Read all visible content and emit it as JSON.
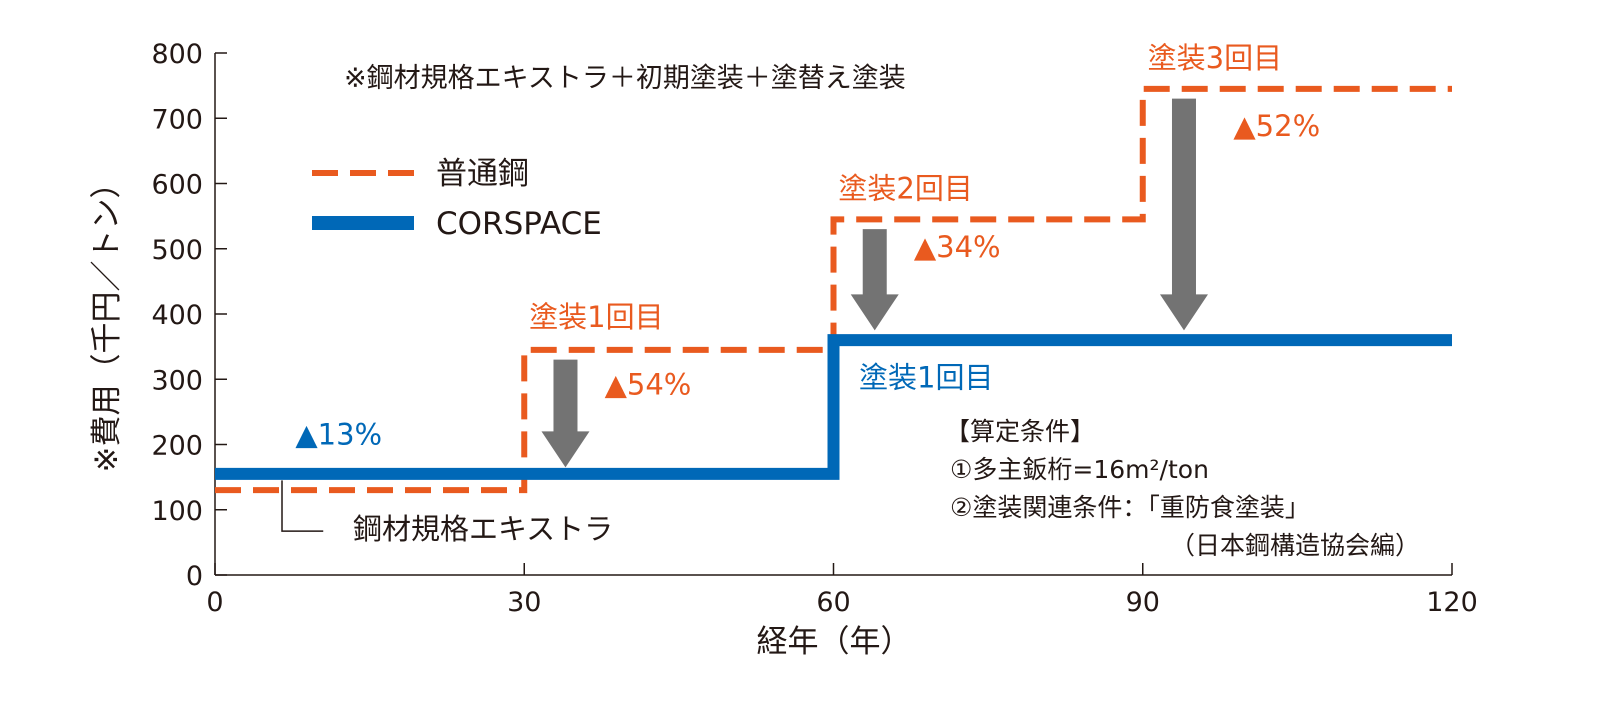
{
  "colors": {
    "steel": "#E95A1F",
    "corspace": "#0068B7",
    "arrow": "#737373",
    "text": "#231815"
  },
  "note": "※鋼材規格エキストラ＋初期塗装＋塗替え塗装",
  "conditions": {
    "title": "【算定条件】",
    "line1": "①多主鈑桁=16m²/ton",
    "line2": "②塗装関連条件：「重防食塗装」",
    "line3": "（日本鋼構造協会編）"
  },
  "chart_data": {
    "type": "line",
    "xlabel": "経年（年）",
    "ylabel": "※費用（千円／トン）",
    "xlim": [
      0,
      120
    ],
    "ylim": [
      0,
      800
    ],
    "xticks": [
      0,
      30,
      60,
      90,
      120
    ],
    "yticks": [
      0,
      100,
      200,
      300,
      400,
      500,
      600,
      700,
      800
    ],
    "legend_position": "top-left",
    "series": [
      {
        "name": "普通鋼",
        "style": "dashed",
        "color": "#E95A1F",
        "x": [
          0,
          30,
          30,
          60,
          60,
          90,
          90,
          120
        ],
        "y": [
          130,
          130,
          345,
          345,
          545,
          545,
          745,
          745
        ]
      },
      {
        "name": "CORSPACE",
        "style": "solid",
        "color": "#0068B7",
        "x": [
          0,
          60,
          60,
          120
        ],
        "y": [
          155,
          155,
          360,
          360
        ]
      }
    ],
    "annotations": [
      {
        "id": "steel-paint-1",
        "text": "塗装1回目",
        "x": 37,
        "y": 380,
        "color": "#E95A1F"
      },
      {
        "id": "steel-paint-2",
        "text": "塗装2回目",
        "x": 67,
        "y": 577,
        "color": "#E95A1F"
      },
      {
        "id": "steel-paint-3",
        "text": "塗装3回目",
        "x": 97,
        "y": 777,
        "color": "#E95A1F"
      },
      {
        "id": "cor-paint-1",
        "text": "塗装1回目",
        "x": 69,
        "y": 287,
        "color": "#0068B7"
      },
      {
        "id": "pct-13",
        "text": "▲13%",
        "x": 12,
        "y": 200,
        "color": "#0068B7"
      },
      {
        "id": "pct-54",
        "text": "▲54%",
        "x": 42,
        "y": 277,
        "color": "#E95A1F"
      },
      {
        "id": "pct-34",
        "text": "▲34%",
        "x": 72,
        "y": 487,
        "color": "#E95A1F"
      },
      {
        "id": "pct-52",
        "text": "▲52%",
        "x": 103,
        "y": 673,
        "color": "#E95A1F"
      },
      {
        "id": "extra",
        "text": "鋼材規格エキストラ",
        "x": 26,
        "y": 55,
        "color": "#231815"
      }
    ],
    "reduction_arrows": [
      {
        "x": 34,
        "y_from": 330,
        "y_to": 165
      },
      {
        "x": 64,
        "y_from": 530,
        "y_to": 375
      },
      {
        "x": 94,
        "y_from": 730,
        "y_to": 375
      }
    ]
  }
}
